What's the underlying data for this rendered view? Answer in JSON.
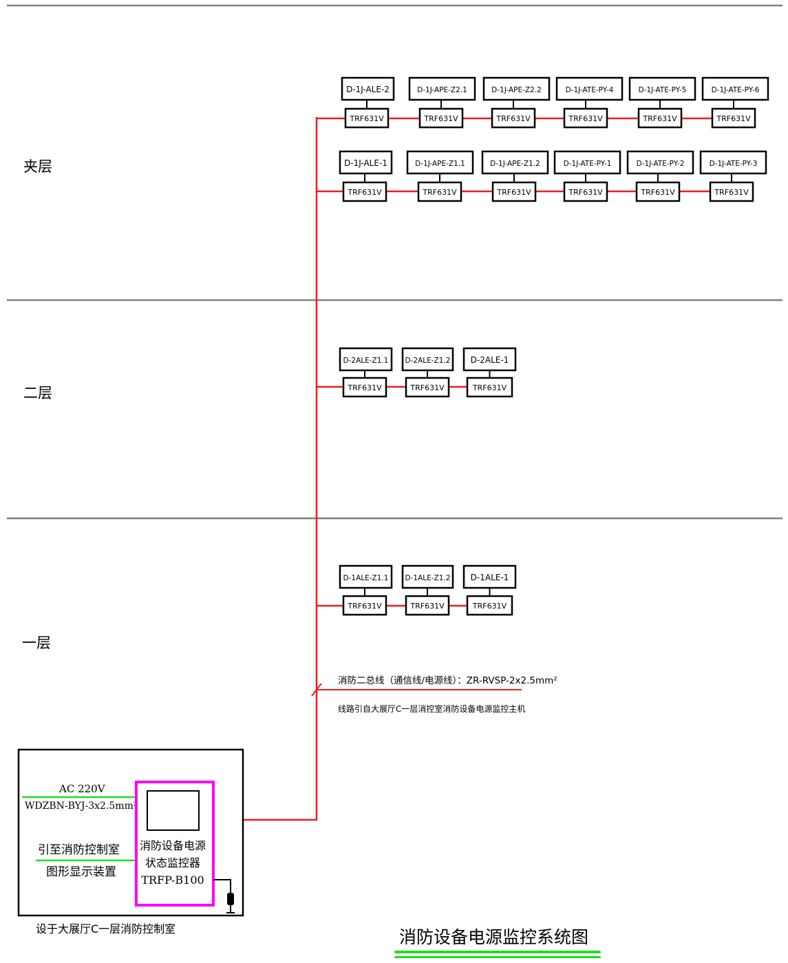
{
  "floors": [
    {
      "label": "夹层"
    },
    {
      "label": "二层"
    },
    {
      "label": "一层"
    }
  ],
  "rows": [
    {
      "boards": [
        "D-1J-ALE-2",
        "D-1J-APE-Z2.1",
        "D-1J-APE-Z2.2",
        "D-1J-ATE-PY-4",
        "D-1J-ATE-PY-5",
        "D-1J-ATE-PY-6"
      ],
      "module": "TRF631V"
    },
    {
      "boards": [
        "D-1J-ALE-1",
        "D-1J-APE-Z1.1",
        "D-1J-APE-Z1.2",
        "D-1J-ATE-PY-1",
        "D-1J-ATE-PY-2",
        "D-1J-ATE-PY-3"
      ],
      "module": "TRF631V"
    },
    {
      "boards": [
        "D-2ALE-Z1.1",
        "D-2ALE-Z1.2",
        "D-2ALE-1"
      ],
      "module": "TRF631V"
    },
    {
      "boards": [
        "D-1ALE-Z1.1",
        "D-1ALE-Z1.2",
        "D-1ALE-1"
      ],
      "module": "TRF631V"
    }
  ],
  "bus": {
    "label": "消防二总线（通信线/电源线）：ZR-RVSP-2x2.5mm²",
    "note": "线路引自大展厅C一层消控室消防设备电源监控主机"
  },
  "control_room": {
    "ac_label": "AC   220V",
    "cable": "WDZBN-BYJ-3x2.5mm²",
    "link_line1": "引至消防控制室",
    "link_line2": "图形显示装置",
    "monitor_line1": "消防设备电源",
    "monitor_line2": "状态监控器",
    "monitor_model": "TRFP-B100",
    "location": "设于大展厅C一层消防控制室"
  },
  "title": "消防设备电源监控系统图",
  "colors": {
    "bus": "#ee1c1c",
    "monitor_frame": "#ff00ff",
    "highlight": "#22dd22",
    "divider": "#808080"
  }
}
